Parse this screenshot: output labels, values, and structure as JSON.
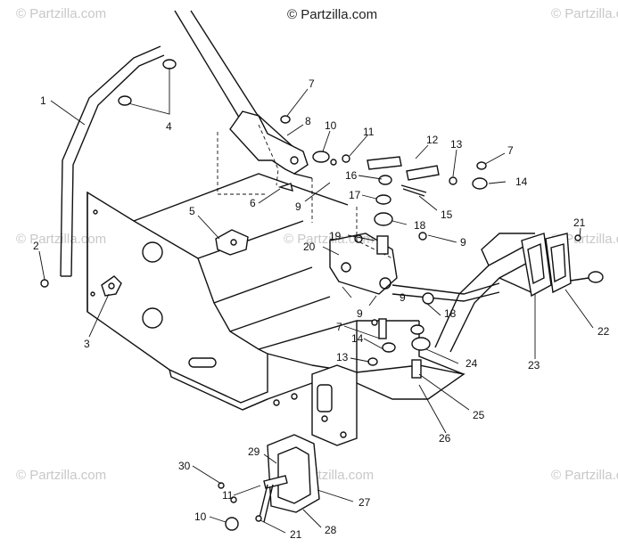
{
  "header": {
    "watermark": "© Partzilla.com"
  },
  "watermarks": [
    "© Partzilla.com",
    "© Partzilla.com",
    "© Partzilla.com",
    "© Partzilla.com",
    "© Partzilla.com",
    "© Partzilla.com",
    "© Partzilla.com",
    "© Partzilla.com"
  ],
  "callouts": [
    "1",
    "2",
    "3",
    "4",
    "5",
    "6",
    "7",
    "8",
    "9",
    "10",
    "11",
    "12",
    "13",
    "7",
    "14",
    "16",
    "15",
    "17",
    "18",
    "9",
    "19",
    "20",
    "9",
    "9",
    "7",
    "18",
    "14",
    "13",
    "24",
    "25",
    "26",
    "21",
    "22",
    "23",
    "29",
    "30",
    "11",
    "27",
    "10",
    "28",
    "21"
  ]
}
